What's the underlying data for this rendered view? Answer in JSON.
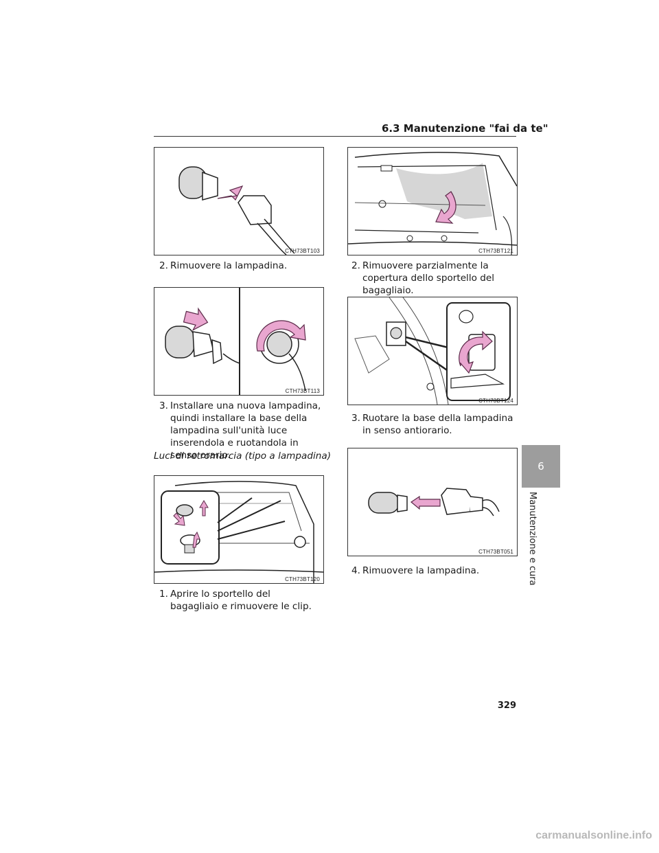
{
  "header": {
    "section": "6.3 Manutenzione \"fai da te\""
  },
  "figures": {
    "fig1": {
      "code": "CTH73BT103"
    },
    "fig2": {
      "code": "CTH73BT113"
    },
    "fig3": {
      "code": "CTH73BT120"
    },
    "fig4": {
      "code": "CTH73BT121"
    },
    "fig5": {
      "code": "CTH73BT124"
    },
    "fig6": {
      "code": "CTH73BT051"
    }
  },
  "left_column": {
    "step_a": {
      "number": "2.",
      "text": "Rimuovere la lampadina."
    },
    "step_b": {
      "number": "3.",
      "text": "Installare una nuova lampadina, quindi installare la base della lampadina sull'unità luce inserendola e ruotandola in senso orario."
    },
    "section_title": "Luci di retromarcia (tipo a lampadina)",
    "step_c": {
      "number": "1.",
      "text": "Aprire lo sportello del bagagliaio e rimuovere le clip."
    }
  },
  "right_column": {
    "step_a": {
      "number": "2.",
      "text": "Rimuovere parzialmente la copertura dello sportello del bagagliaio."
    },
    "step_b": {
      "number": "3.",
      "text": "Ruotare la base della lampadina in senso antiorario."
    },
    "step_c": {
      "number": "4.",
      "text": "Rimuovere la lampadina."
    }
  },
  "side_tab": {
    "chapter": "6",
    "label": "Manutenzione e cura"
  },
  "page_number": "329",
  "watermark": "carmanualsonline.info",
  "colors": {
    "arrow": "#e9a6cf",
    "arrow_stroke": "#5b2a49",
    "bulb": "#d9d9d9",
    "tab": "#9d9d9d"
  }
}
